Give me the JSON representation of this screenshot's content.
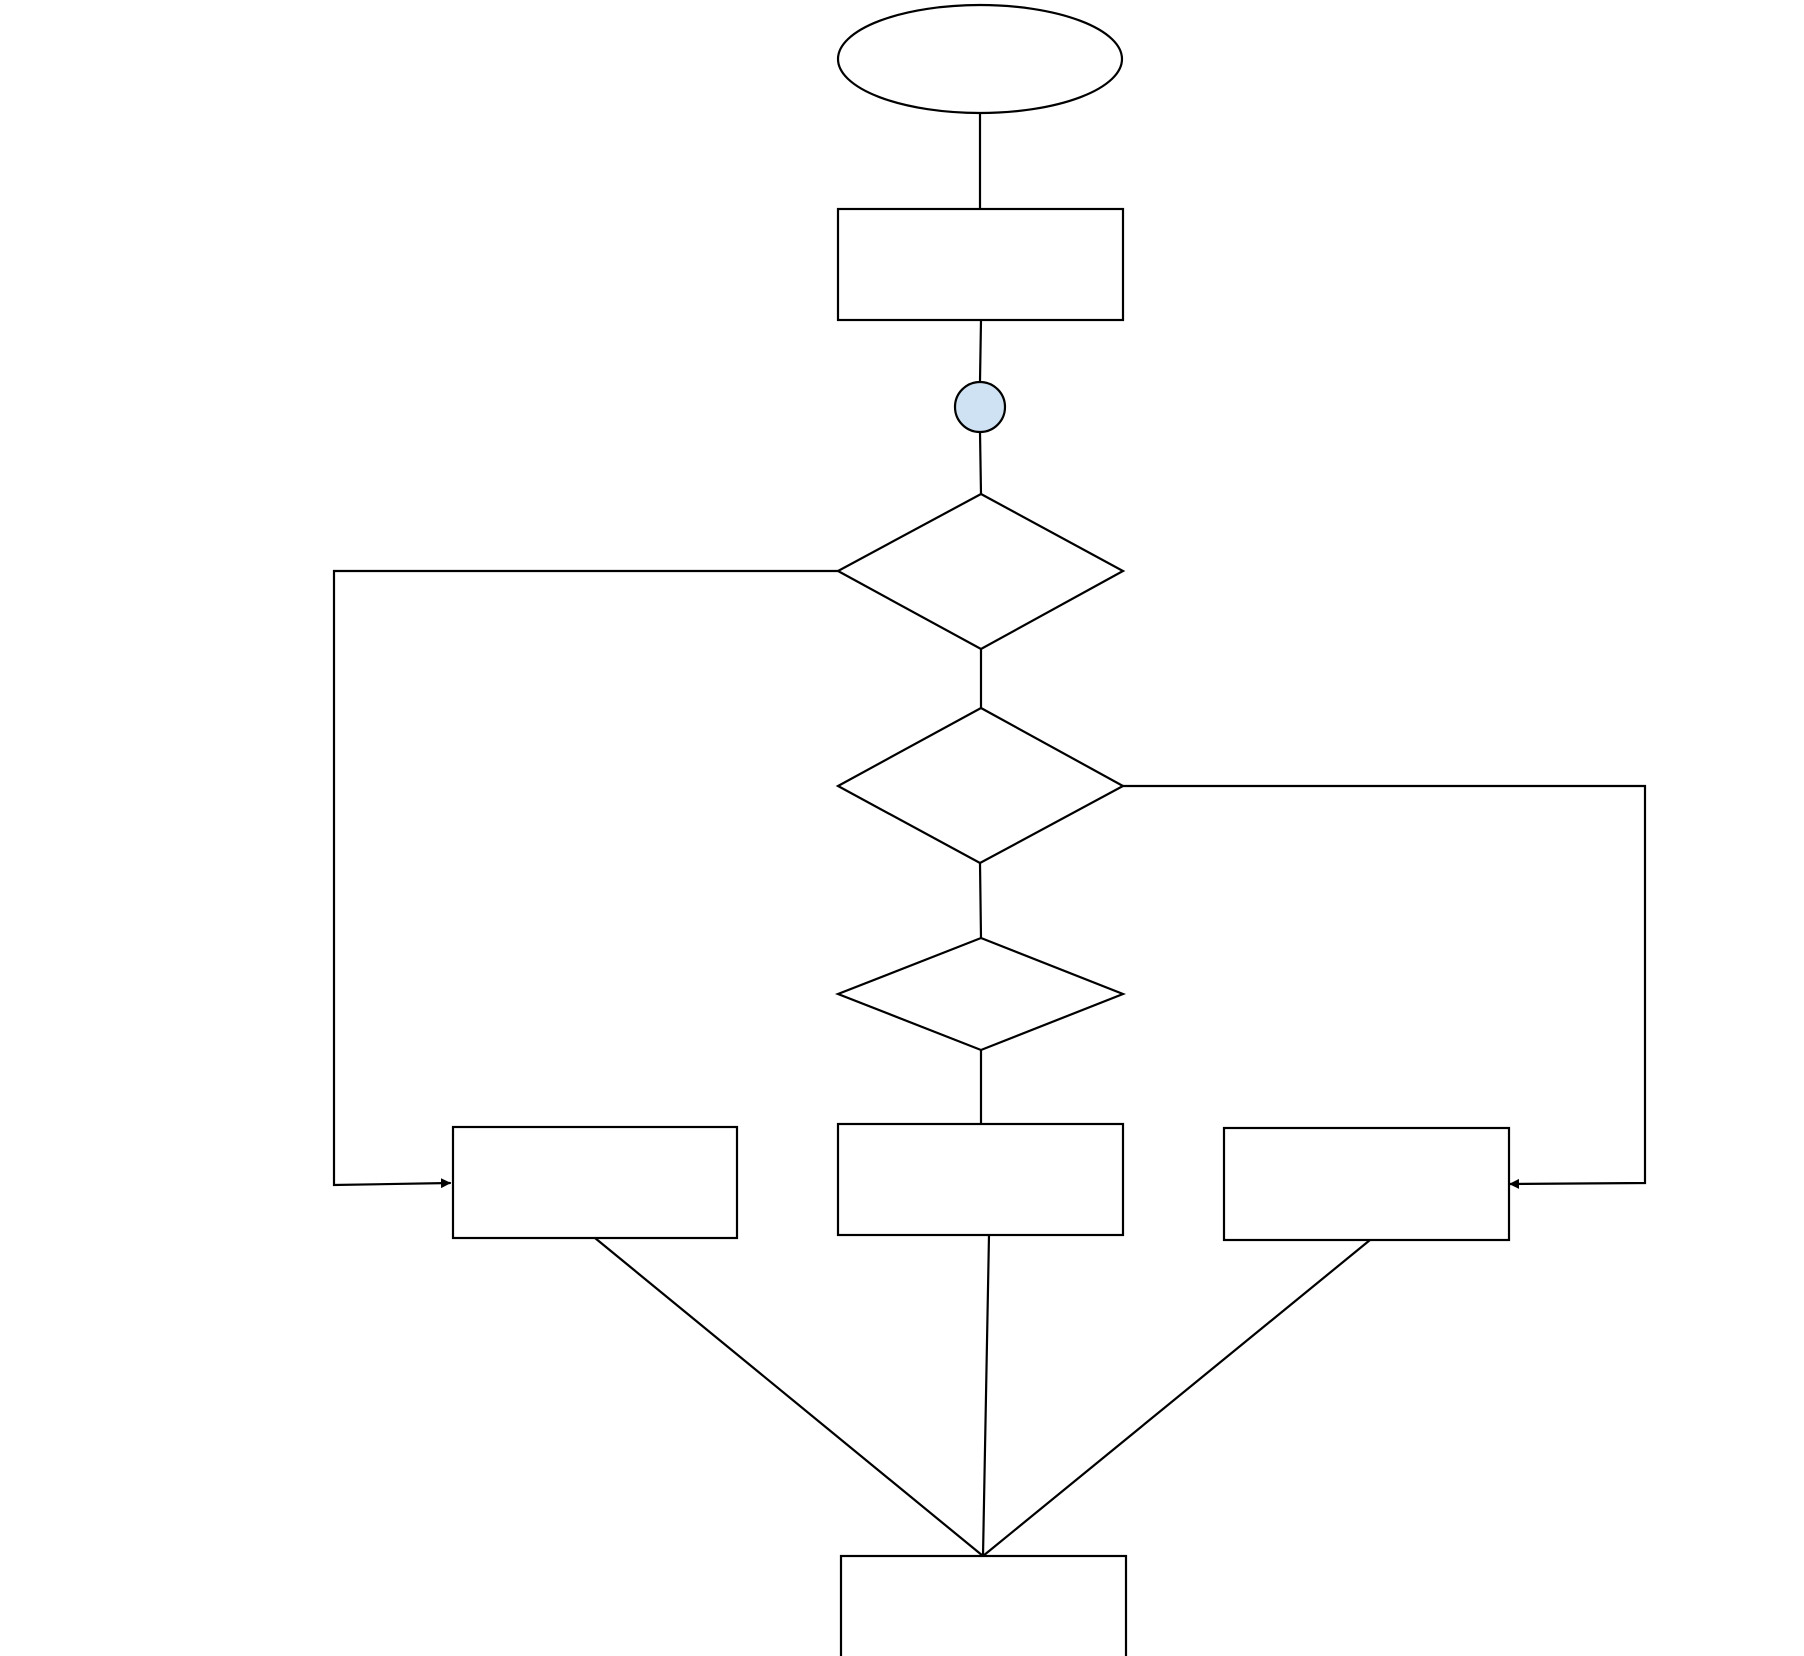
{
  "diagram": {
    "type": "flowchart",
    "colors": {
      "stroke": "#000000",
      "background": "#ffffff",
      "connector_fill": "#cfe2f3"
    },
    "nodes": [
      {
        "id": "start",
        "shape": "ellipse",
        "label": ""
      },
      {
        "id": "process-1",
        "shape": "rectangle",
        "label": ""
      },
      {
        "id": "connector",
        "shape": "circle",
        "label": ""
      },
      {
        "id": "decision-1",
        "shape": "diamond",
        "label": ""
      },
      {
        "id": "decision-2",
        "shape": "diamond",
        "label": ""
      },
      {
        "id": "decision-3",
        "shape": "diamond",
        "label": ""
      },
      {
        "id": "process-left",
        "shape": "rectangle",
        "label": ""
      },
      {
        "id": "process-center",
        "shape": "rectangle",
        "label": ""
      },
      {
        "id": "process-right",
        "shape": "rectangle",
        "label": ""
      },
      {
        "id": "end",
        "shape": "rectangle",
        "label": ""
      }
    ],
    "edges": [
      {
        "from": "start",
        "to": "process-1",
        "arrow": false
      },
      {
        "from": "process-1",
        "to": "connector",
        "arrow": false
      },
      {
        "from": "connector",
        "to": "decision-1",
        "arrow": false
      },
      {
        "from": "decision-1",
        "to": "decision-2",
        "arrow": false
      },
      {
        "from": "decision-1",
        "to": "process-left",
        "arrow": true
      },
      {
        "from": "decision-2",
        "to": "decision-3",
        "arrow": false
      },
      {
        "from": "decision-2",
        "to": "process-right",
        "arrow": true
      },
      {
        "from": "decision-3",
        "to": "process-center",
        "arrow": false
      },
      {
        "from": "process-left",
        "to": "end",
        "arrow": false
      },
      {
        "from": "process-center",
        "to": "end",
        "arrow": false
      },
      {
        "from": "process-right",
        "to": "end",
        "arrow": false
      }
    ]
  }
}
